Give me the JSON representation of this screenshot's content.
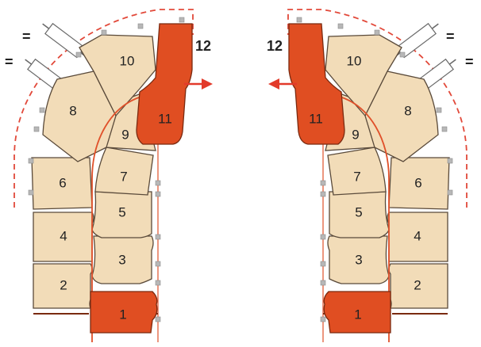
{
  "diagram": {
    "colors": {
      "block": "#f2dcb8",
      "key_block": "#e04e22",
      "dashed_outline": "#e2493a",
      "arrow": "#e23a2a"
    },
    "block_labels": {
      "b1": "1",
      "b2": "2",
      "b3": "3",
      "b4": "4",
      "b5": "5",
      "b6": "6",
      "b7": "7",
      "b8": "8",
      "b9": "9",
      "b10": "10",
      "b11": "11"
    },
    "direction_label": "12",
    "jack_symbol": "="
  }
}
